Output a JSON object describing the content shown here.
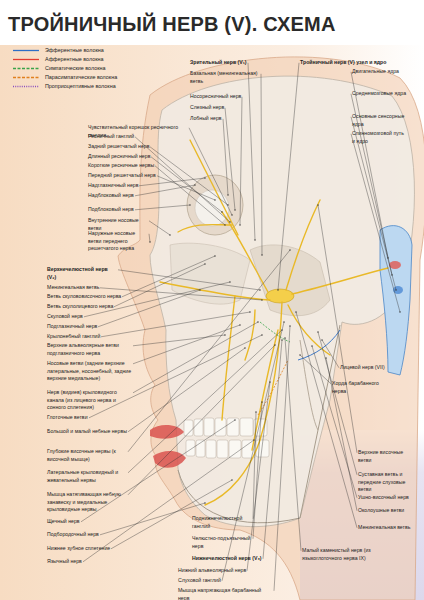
{
  "diagram": {
    "title": "ТРОЙНИЧНЫЙ НЕРВ (V). СХЕМА",
    "labels": [
      "Зрительный нерв (V₁)",
      "Базальная (менингеальная) ветвь",
      "Носоресничный нерв",
      "Слезный нерв",
      "Лобный нерв",
      "Тройничный нерв (V) узел и ядро",
      "Двигательные ядра",
      "Среднемозговые ядра",
      "Основные сенсорные ядра",
      "Спинномозговой путь и ядро",
      "Чувствительный корешок ресничного ганглия",
      "Ресничный ганглий",
      "Задний решетчатый нерв",
      "Длинный ресничный нерв",
      "Короткие ресничные нервы",
      "Передний решетчатый нерв",
      "Надглазничный нерв",
      "Надблоковый нерв",
      "Подблоковый нерв",
      "Внутренние носовые ветви",
      "Наружные носовые ветви переднего решетчатого нерва",
      "Верхнечелюстной нерв (V₂)",
      "Менингеальная ветвь",
      "Ветвь скулововисочного нерва",
      "Ветвь скулолицевого нерва",
      "Скуловой нерв",
      "Подглазничный нерв",
      "Крылонебный ганглий",
      "Верхние альвеолярные ветви подглазничного нерва",
      "Носовые ветви (задние верхние латеральные, носонебный, задние верхние медиальные)",
      "Нерв (видиев) крыловидного канала (из лицевого нерва и сонного сплетения)",
      "Глоточные ветви",
      "Большой и малый небные нервы",
      "Глубокие височные нервы (к височной мышце)",
      "Латеральные крыловидный и жевательный нервы",
      "Мышца натягивающая небную занавеску и медиальные крыловидные нервы",
      "Щечный нерв",
      "Подбородочный нерв",
      "Нижнее зубное сплетение",
      "Язычный нерв",
      "Лицевой нерв (VII)",
      "Хорда барабанного нерва",
      "Верхние височные ветви",
      "Суставная ветвь и передние слуховые ветви",
      "Ушно-височный нерв",
      "Околоушные ветви",
      "Менингеальная ветвь",
      "Малый каменистый нерв (из языкоглоточного нерва IX)",
      "Поднижнечелюстной ганглий",
      "Челюстно-подъязычный нерв",
      "Нижнечелюстной нерв (V₃)",
      "Нижний альвеолярный нерв",
      "Слуховой ганглий",
      "Мышца напрягающая барабанный нерв"
    ],
    "legend": [
      {
        "text": "Эфферентные волокна"
      },
      {
        "text": "Афферентные волокна"
      },
      {
        "text": "Симпатические волокна"
      },
      {
        "text": "Парасимпатические волокна"
      },
      {
        "text": "Проприоцептивные волокна"
      }
    ]
  }
}
